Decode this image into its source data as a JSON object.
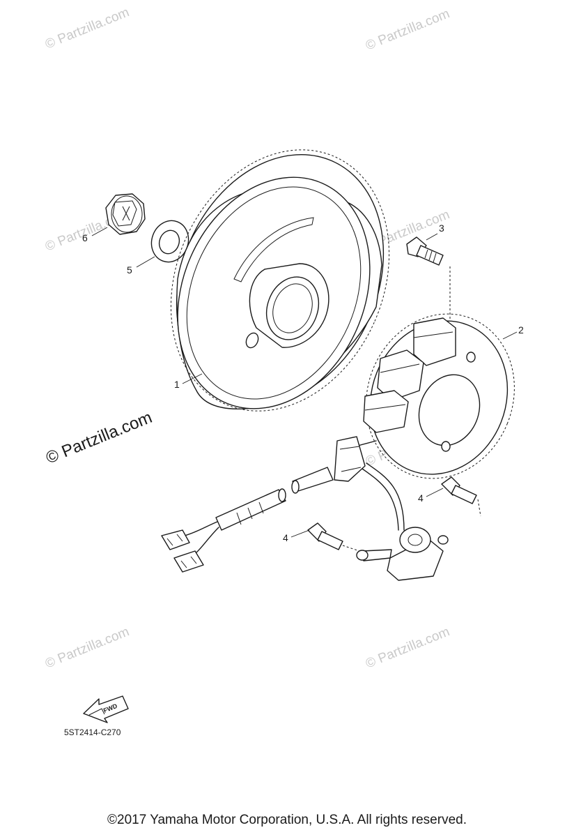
{
  "diagram": {
    "callouts": {
      "flywheel": "1",
      "stator": "2",
      "stator_bolt": "3",
      "pickup_bolt_upper": "4",
      "pickup_bolt_lower": "4",
      "washer": "5",
      "nut": "6"
    },
    "watermark_small": "© Partzilla.com",
    "watermark_large": "© Partzilla.com",
    "fwd_label": "FWD",
    "diagram_code": "5ST2414-C270"
  },
  "footer": {
    "copyright": "©2017  Yamaha Motor Corporation, U.S.A. All rights reserved."
  }
}
